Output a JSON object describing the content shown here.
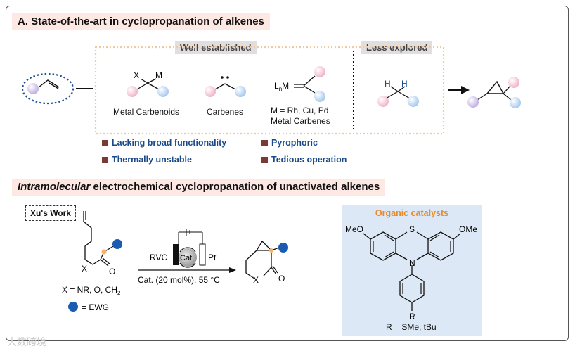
{
  "section_a": {
    "title": "A. State-of-the-art in cyclopropanation of alkenes",
    "well_established": "Well established",
    "less_explored": "Less explored",
    "carbenoid_X": "X",
    "carbenoid_M": "M",
    "metal_carbenoids": "Metal Carbenoids",
    "carbenes": "Carbenes",
    "lnm": "L",
    "lnm_sub": "n",
    "lnm_m": "M",
    "metal_list": "M = Rh, Cu, Pd",
    "metal_carbenes": "Metal Carbenes",
    "h1": "H",
    "h2": "H",
    "bullets": [
      "Lacking broad functionality",
      "Thermally unstable",
      "Pyrophoric",
      "Tedious operation"
    ]
  },
  "section_b": {
    "title_italic": "Intramolecular",
    "title_rest": " electrochemical cyclopropanation of unactivated alkenes",
    "xu_work": "Xu's  Work",
    "x_atom": "X",
    "o_atom": "O",
    "x_def": "X = NR, O, CH",
    "x_def_sub": "2",
    "ewg": "= EWG",
    "rvc": "RVC",
    "cat": "Cat",
    "pt": "Pt",
    "conditions": "Cat. (20 mol%), 55 °C",
    "product_x": "X",
    "product_o": "O",
    "catalyst_title": "Organic catalysts",
    "s_atom": "S",
    "n_atom": "N",
    "meo": "MeO",
    "ome": "OMe",
    "r_atom": "R",
    "r_def": "R = SMe, tBu"
  },
  "colors": {
    "pink_sphere": "#f2b5c8",
    "blue_sphere": "#b7d3f2",
    "purple_sphere": "#c9b8e6",
    "ewg_dot": "#1a5bb3",
    "orange_dot": "#f5b26b",
    "dotted_box": "#f0c9a0",
    "bullet_square": "#7b3b35",
    "title_bg": "#fde8e4",
    "catalyst_bg": "#dce8f5"
  },
  "watermark": "大数跨境"
}
